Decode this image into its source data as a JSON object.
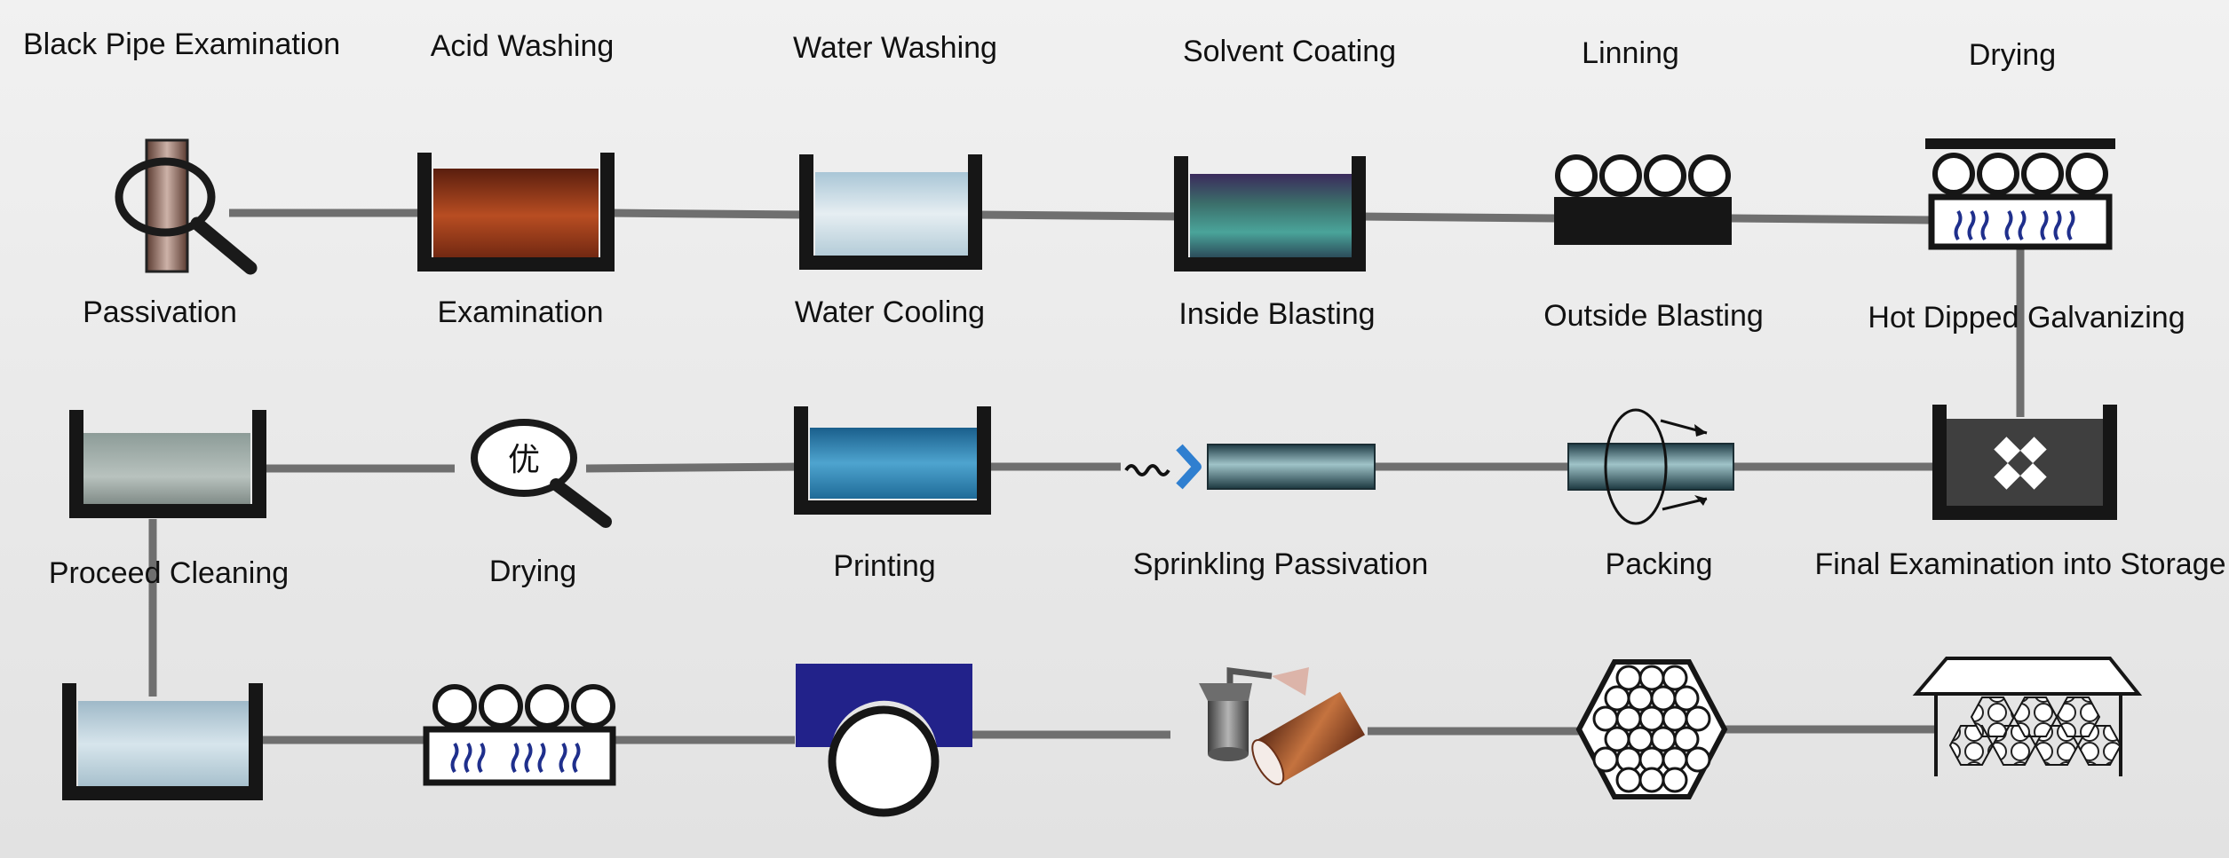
{
  "labels": {
    "row1_top": [
      "Black Pipe Examination",
      "Acid Washing",
      "Water Washing",
      "Solvent Coating",
      "Linning",
      "Drying"
    ],
    "row1_bottom": [
      "Passivation",
      "Examination",
      "Water Cooling",
      "Inside Blasting",
      "Outside Blasting",
      "Hot Dipped Galvanizing"
    ],
    "row2_bottom": [
      "Proceed Cleaning",
      "Drying",
      "Printing",
      "Sprinkling Passivation",
      "Packing",
      "Final Examination into Storage"
    ]
  },
  "icons": {
    "row1": [
      "magnifier-pipe-icon",
      "acid-tank-icon",
      "water-tank-icon",
      "solvent-tank-icon",
      "pipes-on-table-icon",
      "drying-oven-icon"
    ],
    "row2": [
      "cleaning-tank-icon",
      "quality-magnifier-icon",
      "blue-tank-icon",
      "blasting-nozzle-pipe-icon",
      "rotating-pipe-icon",
      "galvanizing-tank-icon"
    ],
    "row3": [
      "cooling-tank-icon",
      "drying-oven-pipes-icon",
      "printing-press-icon",
      "spray-gun-icon",
      "hex-bundle-icon",
      "storage-shed-icon"
    ]
  },
  "quality_glyph": "优",
  "colors": {
    "connector": "#6f6f6f",
    "tank_wall": "#161616",
    "acid": "#a8431e",
    "water_light": "#cfe0ea",
    "blue_fill": "#2f86b8",
    "print_blue": "#22228a"
  }
}
